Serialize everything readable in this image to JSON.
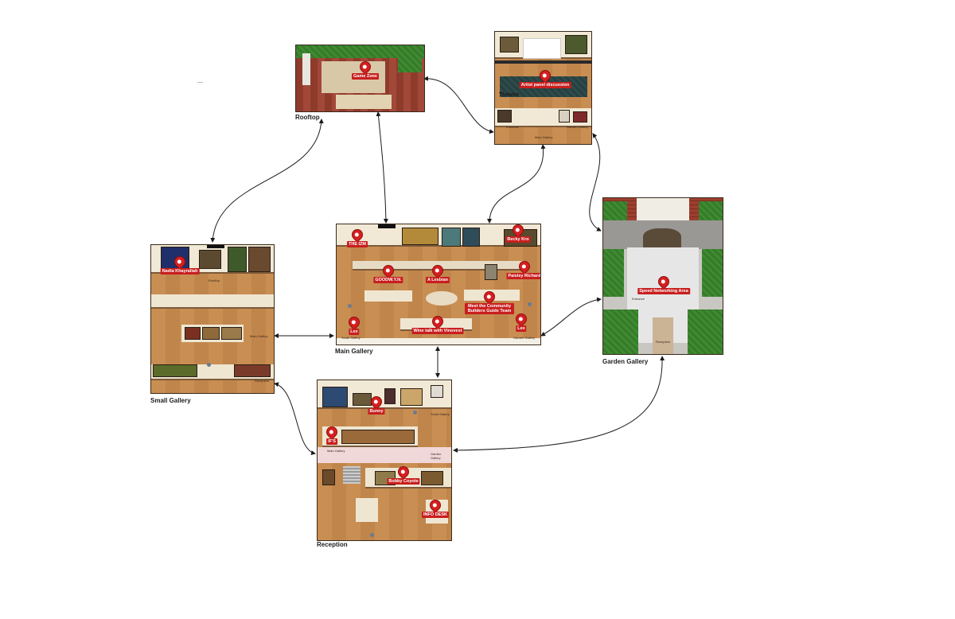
{
  "rooms": {
    "rooftop": {
      "label": "Rooftop",
      "pins": [
        "Game Zone"
      ]
    },
    "theatre": {
      "label": "Theatre",
      "pins": [
        "Artist panel discussion"
      ],
      "signs": [
        "Entrance",
        "Main Gallery",
        "Garden Gallery"
      ]
    },
    "main_gallery": {
      "label": "Main Gallery",
      "pins": [
        "THE IZM",
        "Becky Kro",
        "GOODW.Y.N.",
        "A Lesbian",
        "Paisley Richard",
        "Meet the Community Builders Guide Team",
        "Lex",
        "Wine talk with Vinovest",
        "Lex"
      ],
      "signs": [
        "Small Gallery",
        "Garden Gallery"
      ]
    },
    "small_gallery": {
      "label": "Small Gallery",
      "pins": [
        "Nadia Khayrallah"
      ],
      "signs": [
        "Rooftop",
        "Main Gallery",
        "Reception"
      ]
    },
    "garden_gallery": {
      "label": "Garden Gallery",
      "pins": [
        "Speed Networking Area"
      ],
      "signs": [
        "Entrance",
        "Reception"
      ]
    },
    "reception": {
      "label": "Reception",
      "pins": [
        "Bunny",
        "IF'S",
        "Bobby Coyote",
        "INFO DESK"
      ],
      "signs": [
        "Main Gallery",
        "Small Gallery",
        "Garden Gallery"
      ]
    }
  },
  "colors": {
    "pin": "#d61f1f",
    "floor": "#c98e52",
    "wall": "#f1e9d6",
    "connector": "#1a1a1a",
    "grass": "#3f8a32"
  },
  "icons": [
    "map-pin-icon",
    "arrowhead-icon"
  ]
}
